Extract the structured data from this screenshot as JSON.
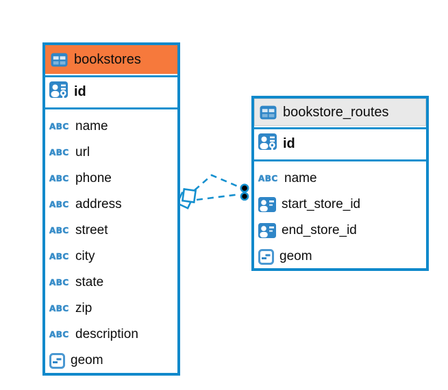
{
  "diagram": {
    "tables": [
      {
        "name": "bookstores",
        "primary_key": "id",
        "fields": [
          {
            "name": "name",
            "type": "text"
          },
          {
            "name": "url",
            "type": "text"
          },
          {
            "name": "phone",
            "type": "text"
          },
          {
            "name": "address",
            "type": "text"
          },
          {
            "name": "street",
            "type": "text"
          },
          {
            "name": "city",
            "type": "text"
          },
          {
            "name": "state",
            "type": "text"
          },
          {
            "name": "zip",
            "type": "text"
          },
          {
            "name": "description",
            "type": "text"
          },
          {
            "name": "geom",
            "type": "geometry"
          }
        ]
      },
      {
        "name": "bookstore_routes",
        "primary_key": "id",
        "fields": [
          {
            "name": "name",
            "type": "text"
          },
          {
            "name": "start_store_id",
            "type": "reference"
          },
          {
            "name": "end_store_id",
            "type": "reference"
          },
          {
            "name": "geom",
            "type": "geometry"
          }
        ]
      }
    ],
    "relationships": [
      {
        "from": "bookstore_routes.start_store_id",
        "to": "bookstores.id",
        "style": "dashed"
      },
      {
        "from": "bookstore_routes.end_store_id",
        "to": "bookstores.id",
        "style": "dashed"
      }
    ],
    "icons": {
      "text_type_label": "ABC"
    },
    "colors": {
      "table_border": "#1089cb",
      "bookstores_header": "#f6793c",
      "routes_header": "#e9e9e9",
      "icon_blue": "#2f86c7",
      "connector_blue": "#1590cf",
      "text": "#0d0d0d"
    }
  }
}
